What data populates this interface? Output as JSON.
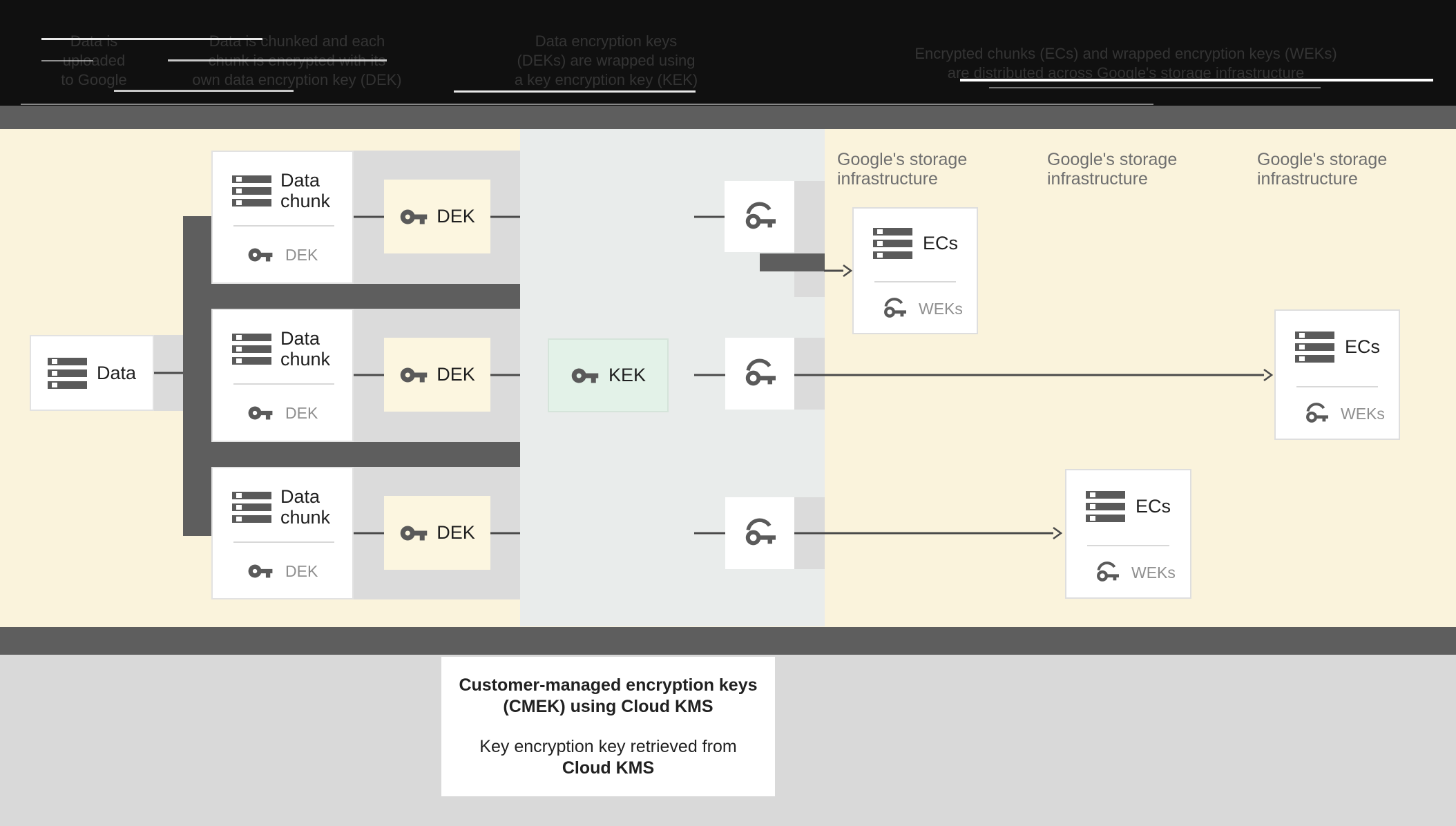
{
  "header": {
    "steps": [
      {
        "line1": "Data is",
        "line2": "uploaded",
        "line3": "to Google"
      },
      {
        "line1": "Data is chunked and each",
        "line2": "chunk is encrypted with its",
        "line3": "own data encryption key (DEK)"
      },
      {
        "line1": "Data encryption keys",
        "line2": "(DEKs) are wrapped using",
        "line3": "a key encryption key (KEK)"
      },
      {
        "line1": "Encrypted chunks (ECs) and wrapped encryption keys (WEKs)",
        "line2": "are distributed across Google's storage infrastructure"
      }
    ]
  },
  "diagram": {
    "data_box_label": "Data",
    "chunk_rows": [
      {
        "title_line1": "Data",
        "title_line2": "chunk",
        "inner_key_label": "DEK",
        "dek_box_label": "DEK"
      },
      {
        "title_line1": "Data",
        "title_line2": "chunk",
        "inner_key_label": "DEK",
        "dek_box_label": "DEK"
      },
      {
        "title_line1": "Data",
        "title_line2": "chunk",
        "inner_key_label": "DEK",
        "dek_box_label": "DEK"
      }
    ],
    "kek_label": "KEK",
    "storage_label_line1": "Google's storage",
    "storage_label_line2": "infrastructure",
    "ec_boxes": [
      {
        "title": "ECs",
        "key_label": "WEKs"
      },
      {
        "title": "ECs",
        "key_label": "WEKs"
      },
      {
        "title": "ECs",
        "key_label": "WEKs"
      }
    ]
  },
  "footer": {
    "title_line1": "Customer-managed encryption keys",
    "title_line2": "(CMEK) using Cloud KMS",
    "body_line1": "Key encryption key retrieved from",
    "body_line2": "Cloud KMS"
  },
  "colors": {
    "header_bg": "#101010",
    "band_gray": "#5e5e5e",
    "cream": "#faf3dc",
    "panel_gray": "#dbdbdb",
    "blue_gray": "#e9eceb",
    "kek_green": "#e3f2e8",
    "dek_yellow": "#fcf6e0",
    "footer_gray": "#d9d9d9",
    "icon_gray": "#5a5a5a",
    "line_gray": "#4a4a4a"
  }
}
